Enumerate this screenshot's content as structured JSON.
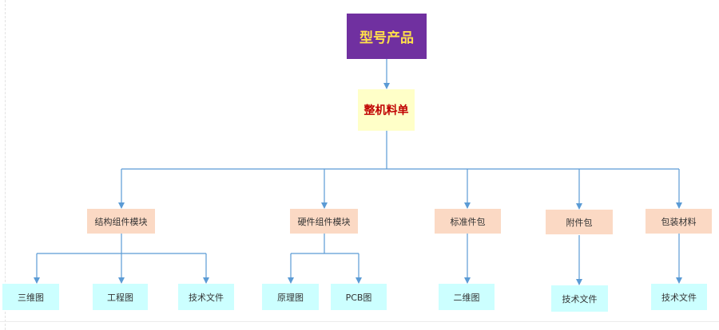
{
  "colors": {
    "root_fill": "#7030a0",
    "root_text": "#ffe04a",
    "bom_fill": "#ffffc8",
    "bom_text": "#c00000",
    "module_fill": "#fbd9c4",
    "leaf_fill": "#ccffff",
    "connector": "#5b9bd5"
  },
  "diagram": {
    "root": {
      "label": "型号产品"
    },
    "bom": {
      "label": "整机料单"
    },
    "modules": [
      {
        "label": "结构组件模块"
      },
      {
        "label": "硬件组件模块"
      },
      {
        "label": "标准件包"
      },
      {
        "label": "附件包"
      },
      {
        "label": "包装材料"
      }
    ],
    "leaves": [
      {
        "label": "三维图"
      },
      {
        "label": "工程图"
      },
      {
        "label": "技术文件"
      },
      {
        "label": "原理图"
      },
      {
        "label": "PCB图"
      },
      {
        "label": "二维图"
      },
      {
        "label": "技术文件"
      },
      {
        "label": "技术文件"
      }
    ]
  }
}
